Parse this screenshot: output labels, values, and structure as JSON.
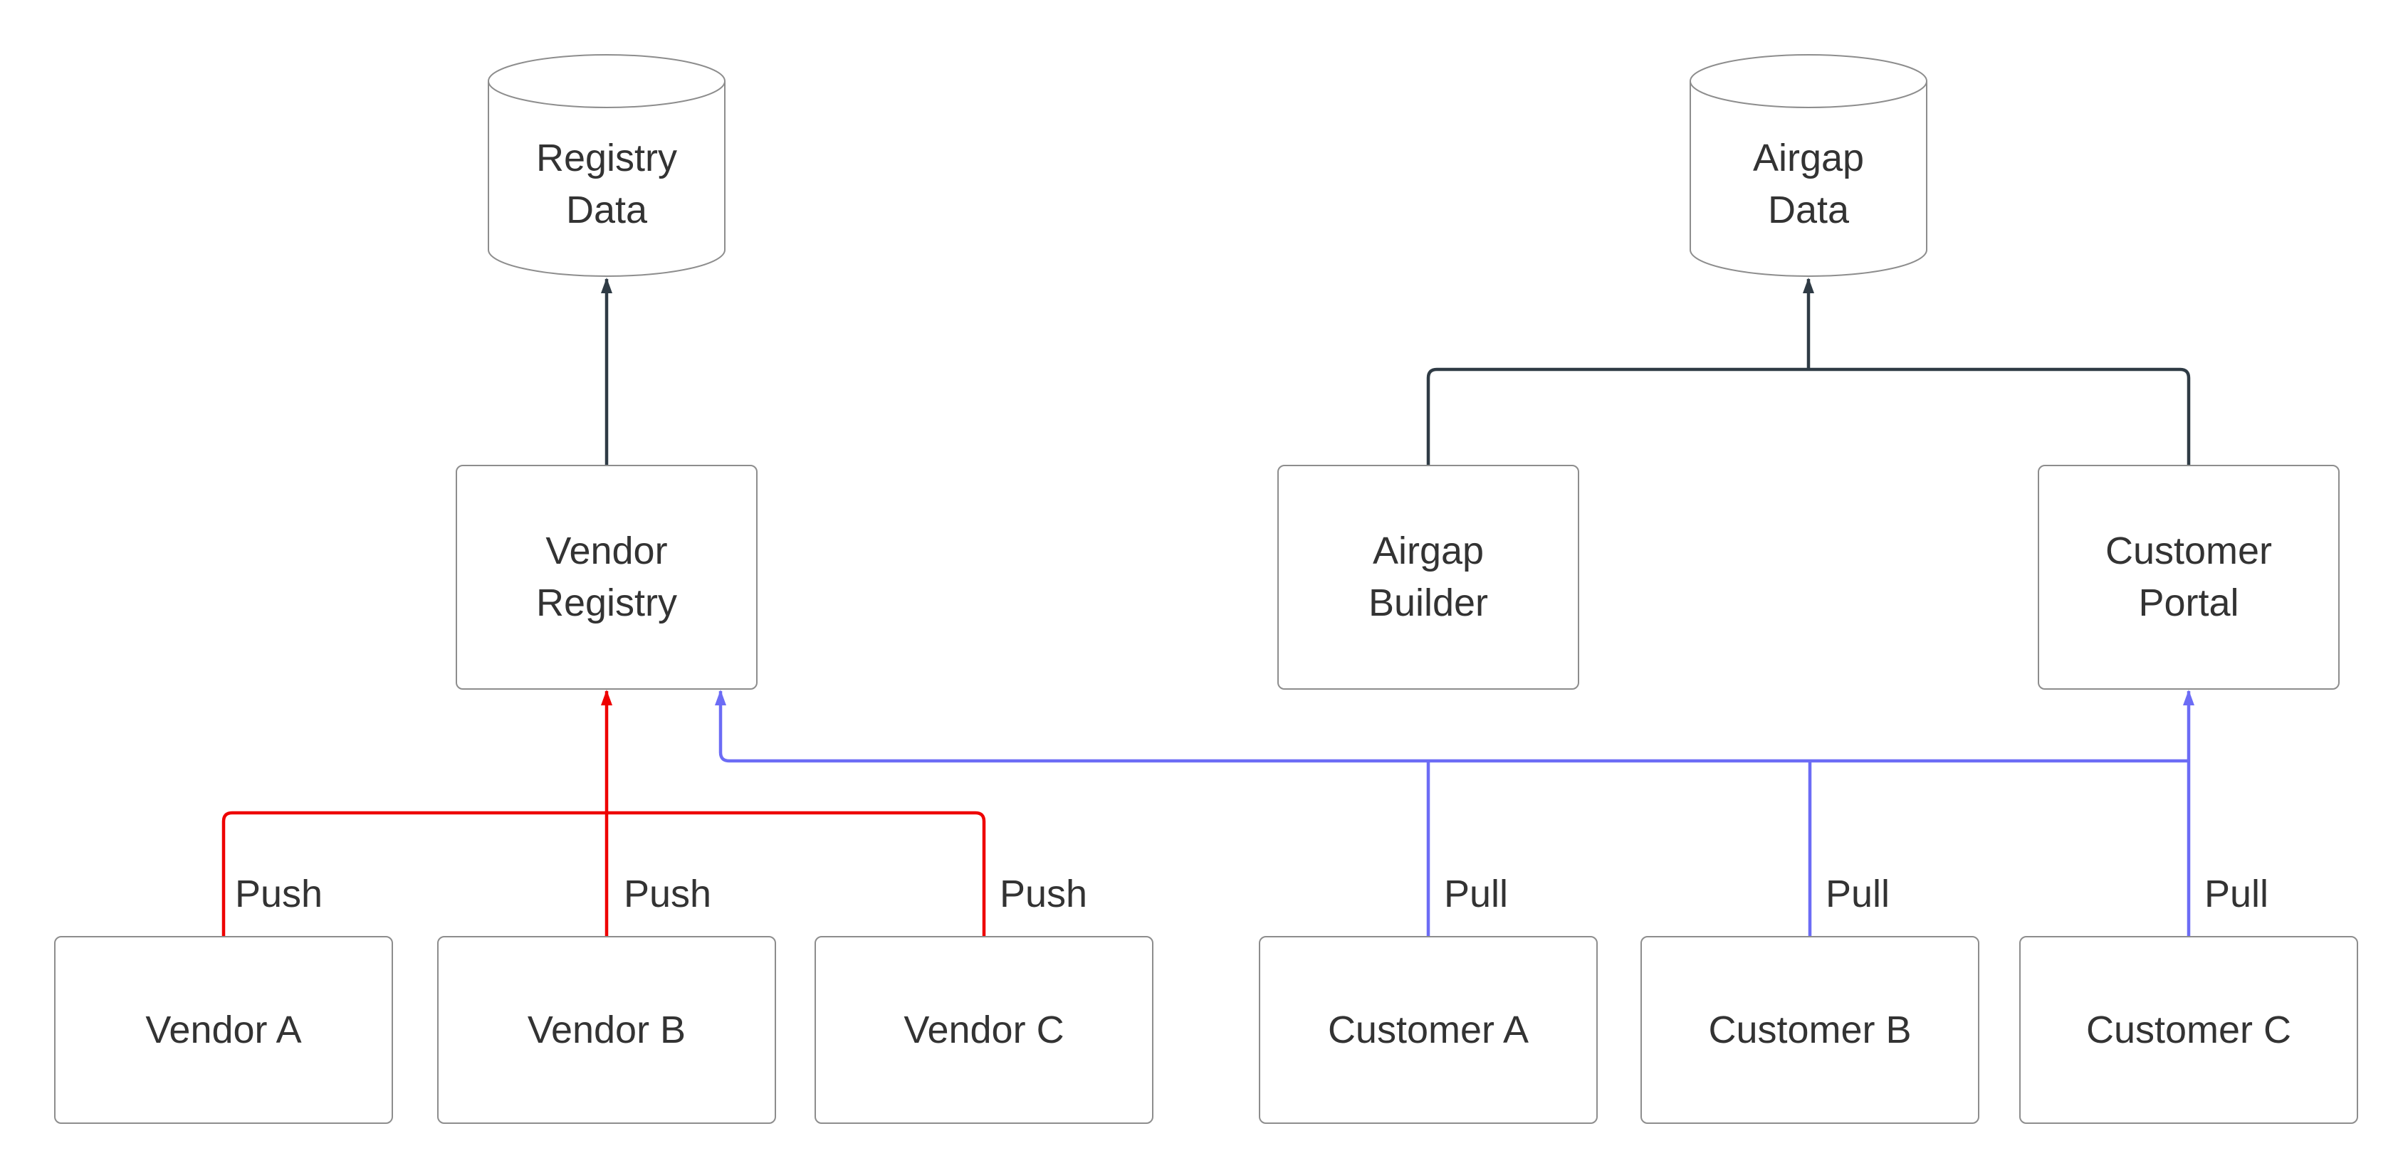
{
  "colors": {
    "background": "#ffffff",
    "node_fill": "#ffffff",
    "node_border": "#8d8d8d",
    "text": "#333333",
    "edge_dark": "#2f3b45",
    "edge_push": "#ee0000",
    "edge_pull": "#6c6cf5"
  },
  "nodes": {
    "registry_data": {
      "label": "Registry\nData",
      "shape": "cylinder"
    },
    "airgap_data": {
      "label": "Airgap\nData",
      "shape": "cylinder"
    },
    "vendor_registry": {
      "label": "Vendor\nRegistry",
      "shape": "rect"
    },
    "airgap_builder": {
      "label": "Airgap\nBuilder",
      "shape": "rect"
    },
    "customer_portal": {
      "label": "Customer\nPortal",
      "shape": "rect"
    },
    "vendor_a": {
      "label": "Vendor A",
      "shape": "rect"
    },
    "vendor_b": {
      "label": "Vendor B",
      "shape": "rect"
    },
    "vendor_c": {
      "label": "Vendor C",
      "shape": "rect"
    },
    "customer_a": {
      "label": "Customer A",
      "shape": "rect"
    },
    "customer_b": {
      "label": "Customer B",
      "shape": "rect"
    },
    "customer_c": {
      "label": "Customer C",
      "shape": "rect"
    }
  },
  "edges": [
    {
      "from": "Vendor Registry",
      "to": "Registry Data",
      "label": "",
      "style": "dark"
    },
    {
      "from": "Airgap Builder",
      "to": "Airgap Data",
      "label": "",
      "style": "dark"
    },
    {
      "from": "Customer Portal",
      "to": "Airgap Data",
      "label": "",
      "style": "dark"
    },
    {
      "from": "Vendor A",
      "to": "Vendor Registry",
      "label": "Push",
      "style": "push"
    },
    {
      "from": "Vendor B",
      "to": "Vendor Registry",
      "label": "Push",
      "style": "push"
    },
    {
      "from": "Vendor C",
      "to": "Vendor Registry",
      "label": "Push",
      "style": "push"
    },
    {
      "from": "Customer A",
      "to": "Vendor Registry and Customer Portal",
      "label": "Pull",
      "style": "pull"
    },
    {
      "from": "Customer B",
      "to": "Vendor Registry and Customer Portal",
      "label": "Pull",
      "style": "pull"
    },
    {
      "from": "Customer C",
      "to": "Vendor Registry and Customer Portal",
      "label": "Pull",
      "style": "pull"
    }
  ]
}
